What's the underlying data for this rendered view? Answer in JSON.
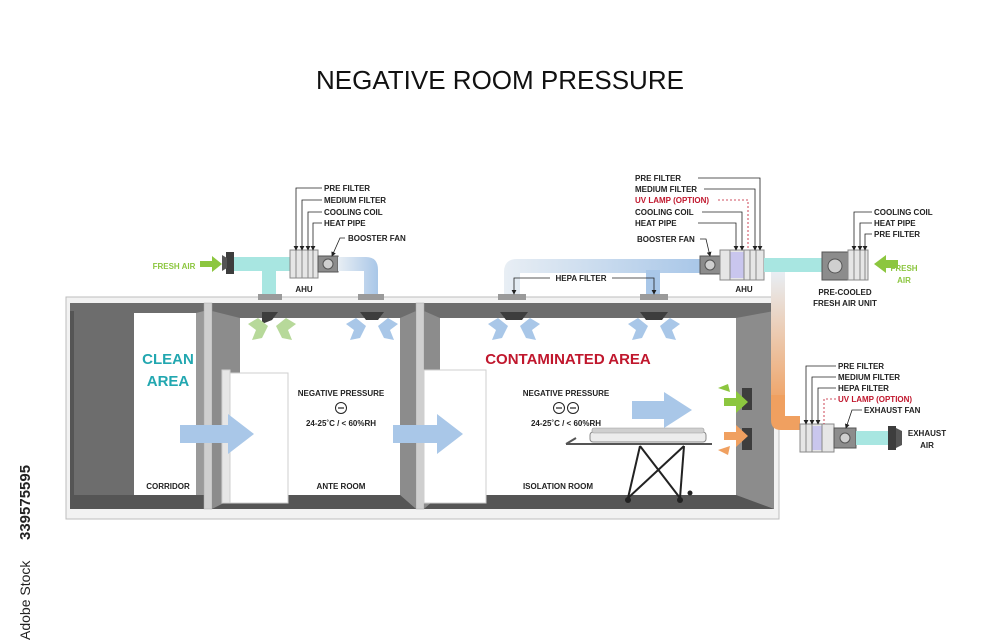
{
  "title": "NEGATIVE ROOM PRESSURE",
  "watermark": "339575595",
  "watermark_brand": "Adobe Stock",
  "colors": {
    "clean_area": "#22a7b0",
    "contaminated_area": "#c0172d",
    "fresh_air": "#8cc63f",
    "supply_air": "#a9c7e8",
    "exhaust_air": "#f0a060",
    "fresh_duct": "#a8e6e1",
    "wall": "#6d6d6d"
  },
  "rooms": {
    "corridor": "CORRIDOR",
    "ante_room": "ANTE ROOM",
    "isolation_room": "ISOLATION ROOM"
  },
  "areas": {
    "clean_line1": "CLEAN",
    "clean_line2": "AREA",
    "contaminated": "CONTAMINATED AREA"
  },
  "ante": {
    "pressure_label": "NEGATIVE PRESSURE",
    "conditions": "24-25˚C / < 60%RH"
  },
  "isolation": {
    "pressure_label": "NEGATIVE PRESSURE",
    "conditions": "24-25˚C / < 60%RH"
  },
  "left_ahu": {
    "fresh_air": "FRESH AIR",
    "pre_filter": "PRE FILTER",
    "medium_filter": "MEDIUM FILTER",
    "cooling_coil": "COOLING COIL",
    "heat_pipe": "HEAT PIPE",
    "booster_fan": "BOOSTER FAN",
    "ahu": "AHU"
  },
  "right_ahu": {
    "pre_filter": "PRE FILTER",
    "medium_filter": "MEDIUM FILTER",
    "uv_lamp": "UV LAMP (OPTION)",
    "cooling_coil": "COOLING COIL",
    "heat_pipe": "HEAT PIPE",
    "booster_fan": "BOOSTER FAN",
    "hepa_filter": "HEPA FILTER",
    "ahu": "AHU"
  },
  "fresh_air_unit": {
    "cooling_coil": "COOLING COIL",
    "heat_pipe": "HEAT PIPE",
    "pre_filter": "PRE FILTER",
    "fresh_line1": "FRESH",
    "fresh_line2": "AIR",
    "unit_line1": "PRE-COOLED",
    "unit_line2": "FRESH AIR UNIT"
  },
  "exhaust_unit": {
    "pre_filter": "PRE FILTER",
    "medium_filter": "MEDIUM FILTER",
    "hepa_filter": "HEPA FILTER",
    "uv_lamp": "UV LAMP (OPTION)",
    "exhaust_fan": "EXHAUST FAN",
    "exhaust_line1": "EXHAUST",
    "exhaust_line2": "AIR"
  }
}
